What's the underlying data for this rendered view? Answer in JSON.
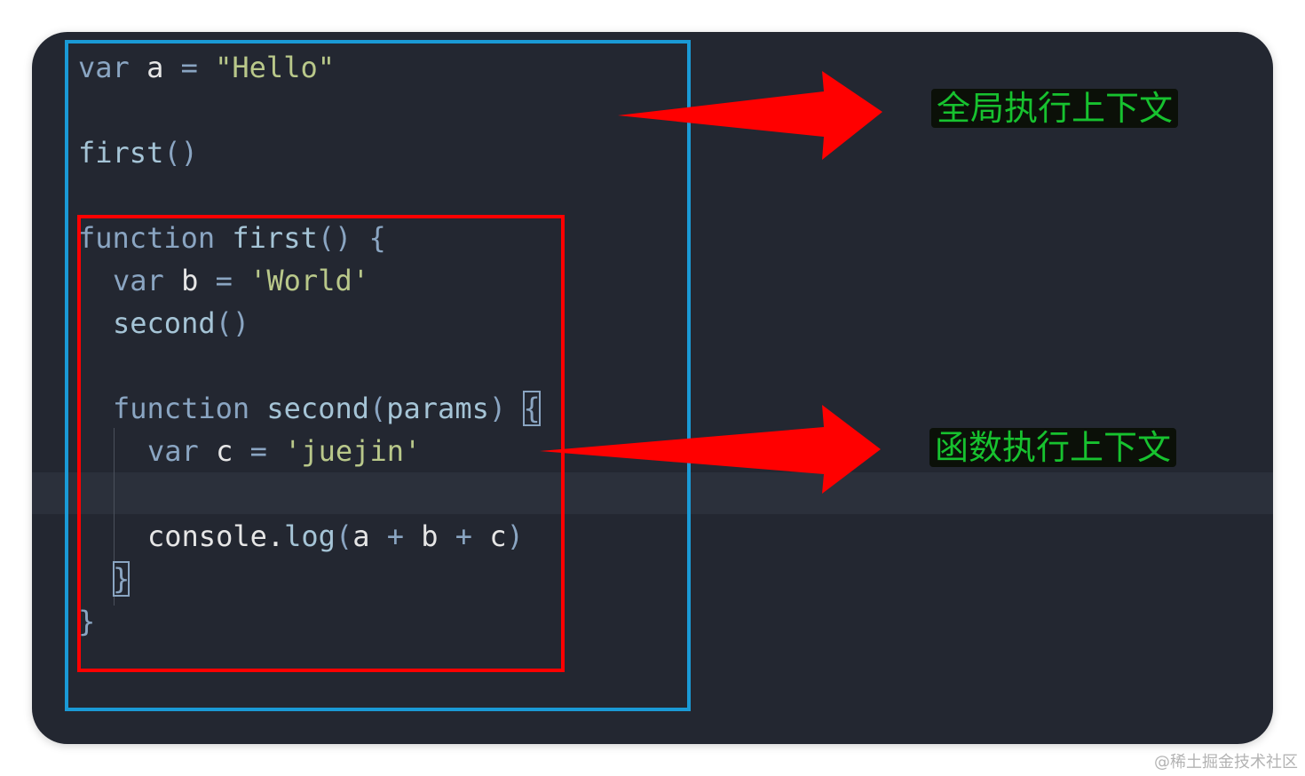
{
  "code": {
    "line1": {
      "kw": "var",
      "name": "a",
      "op": "=",
      "str": "\"Hello\""
    },
    "line2": {
      "call": "first",
      "parens": "()"
    },
    "line3": {
      "kw": "function",
      "name": "first",
      "parens": "()",
      "brace": "{"
    },
    "line4": {
      "kw": "var",
      "name": "b",
      "op": "=",
      "str": "'World'"
    },
    "line5": {
      "call": "second",
      "parens": "()"
    },
    "line6": {
      "kw": "function",
      "name": "second",
      "open": "(",
      "param": "params",
      "close": ")",
      "brace": "{"
    },
    "line7": {
      "kw": "var",
      "name": "c",
      "op": "=",
      "str": "'juejin'"
    },
    "line8": {
      "obj": "console",
      "dot": ".",
      "method": "log",
      "open": "(",
      "a": "a",
      "plus1": "+",
      "b": "b",
      "plus2": "+",
      "c": "c",
      "close": ")"
    },
    "line9": {
      "brace": "}"
    },
    "line10": {
      "brace": "}"
    }
  },
  "labels": {
    "global": "全局执行上下文",
    "function": "函数执行上下文"
  },
  "watermark": "@稀土掘金技术社区",
  "colors": {
    "editor_bg": "#232731",
    "global_box": "#1a9ad6",
    "function_box": "#ff0000",
    "arrow": "#ff0000",
    "label_text": "#17c22f",
    "label_bg": "#0b1008"
  }
}
